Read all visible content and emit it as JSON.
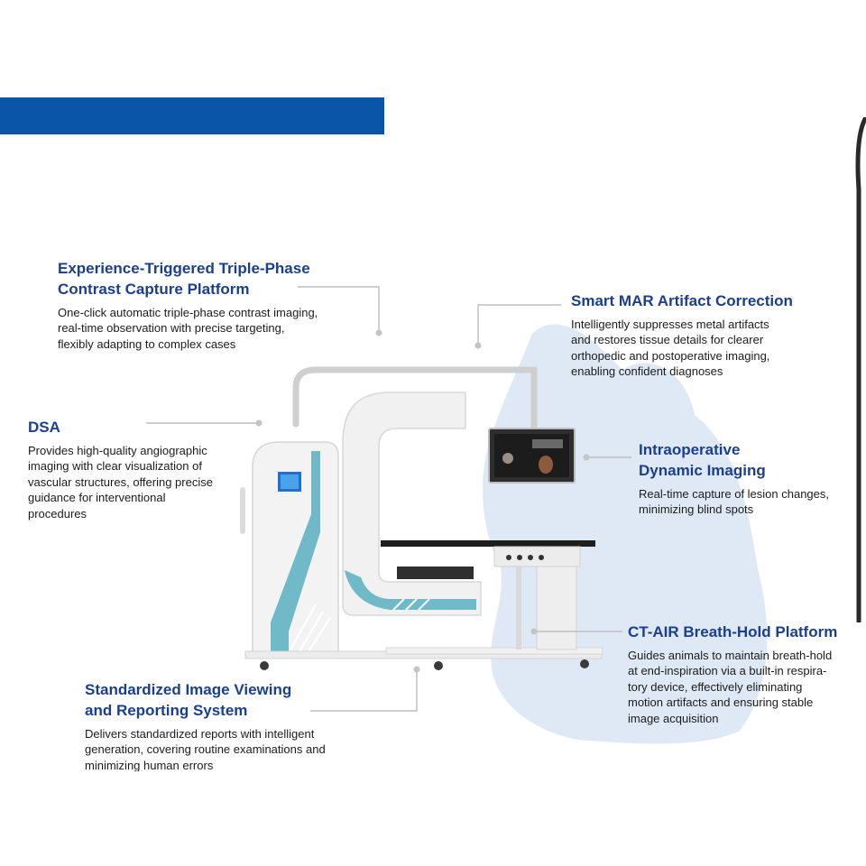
{
  "colors": {
    "accent_blue": "#0a55a8",
    "title_blue": "#1a3f8f",
    "body_text": "#1b1b1b",
    "silhouette": "#dfe9f6",
    "device_teal": "#6fb9c9"
  },
  "device": {
    "icon": "ct-dsa-imaging-machine",
    "silhouette_icon": "animal-silhouette"
  },
  "callouts": {
    "triple_phase": {
      "title": [
        "Experience-Triggered Triple-Phase",
        "Contrast Capture Platform"
      ],
      "body": [
        "One-click automatic triple-phase contrast imaging,",
        "real-time observation with precise targeting,",
        "flexibly adapting to complex cases"
      ]
    },
    "smart_mar": {
      "title": [
        "Smart MAR Artifact Correction"
      ],
      "body": [
        "Intelligently suppresses metal artifacts",
        "and restores tissue details for clearer",
        "orthopedic and postoperative imaging,",
        "enabling confident diagnoses"
      ]
    },
    "dsa": {
      "title": [
        "DSA"
      ],
      "body": [
        "Provides high-quality angiographic",
        "imaging with clear visualization of",
        "vascular structures, offering precise",
        "guidance for interventional",
        "procedures"
      ]
    },
    "intraoperative": {
      "title": [
        "Intraoperative",
        "Dynamic Imaging"
      ],
      "body": [
        "Real-time capture of lesion changes,",
        "minimizing blind spots"
      ]
    },
    "ct_air": {
      "title": [
        "CT-AIR Breath-Hold Platform"
      ],
      "body": [
        "Guides animals to maintain breath-hold",
        "at end-inspiration via a built-in respira-",
        "tory device, effectively eliminating",
        "motion artifacts and ensuring stable",
        "image acquisition"
      ]
    },
    "reporting": {
      "title": [
        "Standardized Image Viewing",
        "and Reporting System"
      ],
      "body": [
        "Delivers standardized reports with intelligent",
        "generation, covering routine examinations and",
        "minimizing human errors"
      ]
    }
  }
}
